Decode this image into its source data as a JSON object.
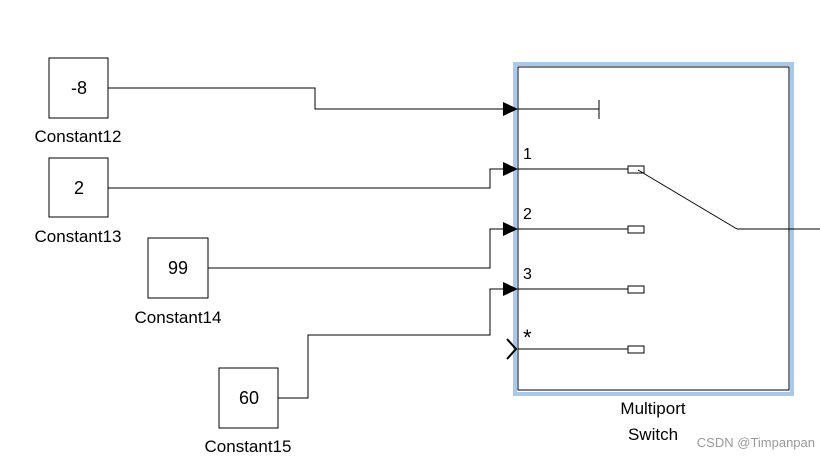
{
  "constants": [
    {
      "value": "-8",
      "name": "Constant12"
    },
    {
      "value": "2",
      "name": "Constant13"
    },
    {
      "value": "99",
      "name": "Constant14"
    },
    {
      "value": "60",
      "name": "Constant15"
    }
  ],
  "switch": {
    "name_line1": "Multiport",
    "name_line2": "Switch",
    "ports": [
      "1",
      "2",
      "3",
      "*"
    ],
    "highlight_color": "#a8c8ec"
  },
  "watermark": "CSDN @Timpanpan"
}
